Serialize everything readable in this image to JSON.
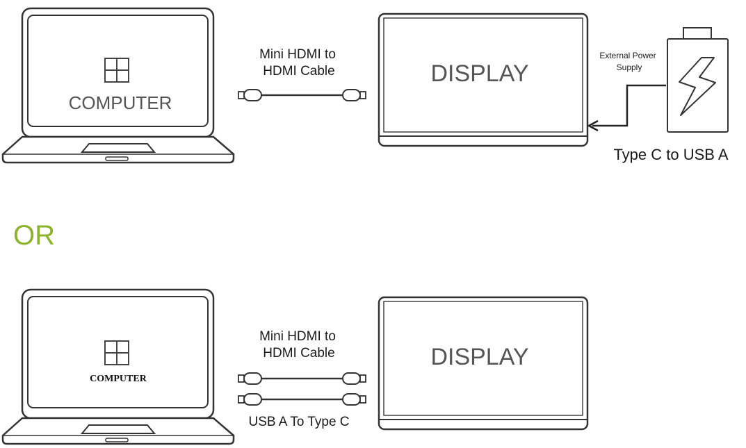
{
  "top": {
    "computer_label": "COMPUTER",
    "display_label": "DISPLAY",
    "cable_label_line1": "Mini HDMI to",
    "cable_label_line2": "HDMI Cable",
    "power_label_line1": "External Power",
    "power_label_line2": "Supply",
    "power_cable_label": "Type C to USB A"
  },
  "divider": {
    "or_label": "OR",
    "or_color": "#8db32b"
  },
  "bottom": {
    "computer_label": "COMPUTER",
    "display_label": "DISPLAY",
    "cable_label_line1": "Mini HDMI to",
    "cable_label_line2": "HDMI Cable",
    "usb_cable_label": "USB A To Type C"
  },
  "icons": {
    "computer_logo": "windows-logo-icon",
    "battery": "battery-lightning-icon"
  },
  "colors": {
    "line": "#333333",
    "text_dark": "#1a1a1a",
    "text_gray": "#555555"
  }
}
